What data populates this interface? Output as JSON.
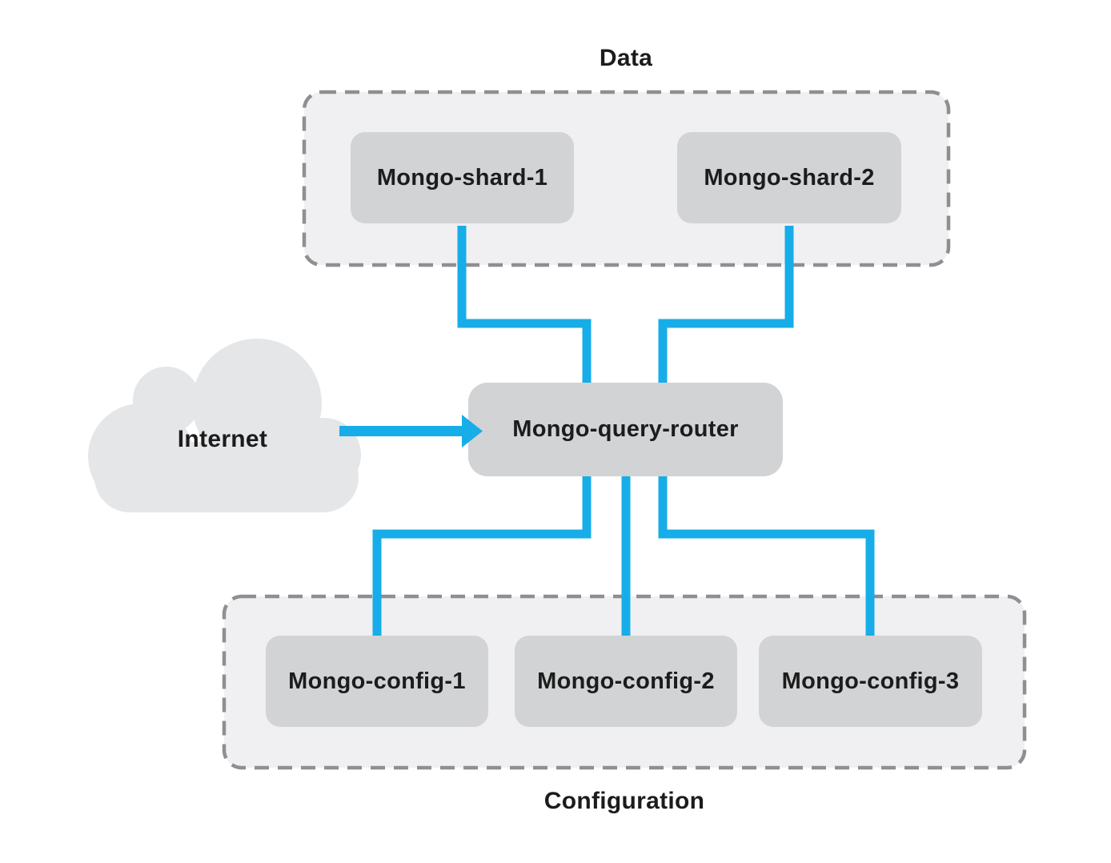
{
  "diagram": {
    "type": "architecture-diagram",
    "title_top": "Data",
    "title_bottom": "Configuration",
    "groups": [
      {
        "label": "Data",
        "nodes": [
          {
            "label": "Mongo-shard-1"
          },
          {
            "label": "Mongo-shard-2"
          }
        ]
      },
      {
        "label": "Configuration",
        "nodes": [
          {
            "label": "Mongo-config-1"
          },
          {
            "label": "Mongo-config-2"
          },
          {
            "label": "Mongo-config-3"
          }
        ]
      }
    ],
    "router": {
      "label": "Mongo-query-router"
    },
    "internet": {
      "label": "Internet"
    },
    "connections": [
      {
        "from": "Mongo-shard-1",
        "to": "Mongo-query-router",
        "arrow": false
      },
      {
        "from": "Mongo-shard-2",
        "to": "Mongo-query-router",
        "arrow": false
      },
      {
        "from": "Internet",
        "to": "Mongo-query-router",
        "arrow": true
      },
      {
        "from": "Mongo-query-router",
        "to": "Mongo-config-1",
        "arrow": false
      },
      {
        "from": "Mongo-query-router",
        "to": "Mongo-config-2",
        "arrow": false
      },
      {
        "from": "Mongo-query-router",
        "to": "Mongo-config-3",
        "arrow": false
      }
    ],
    "colors": {
      "connector": "#17ADE8",
      "node_fill": "#D2D3D5",
      "group_fill": "#F0F0F2",
      "group_border": "#8F8F92",
      "cloud_fill": "#E5E6E8",
      "text": "#1C1C1C",
      "background": "#FFFFFF"
    }
  }
}
